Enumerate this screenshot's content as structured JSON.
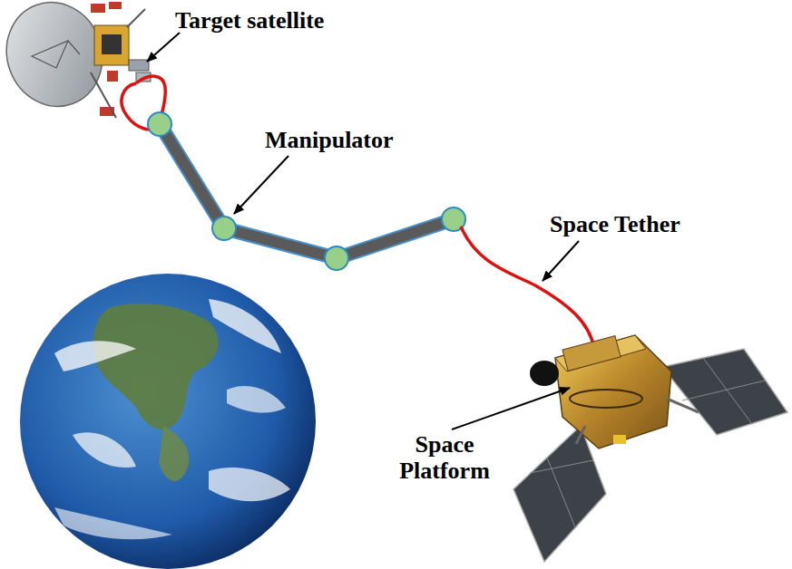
{
  "diagram": {
    "labels": [
      "Target satellite",
      "Manipulator",
      "Space Tether",
      "Space Platform"
    ]
  }
}
